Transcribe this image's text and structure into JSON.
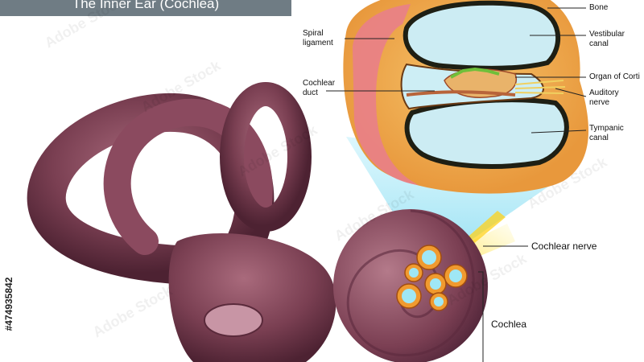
{
  "title": "The Inner Ear (Cochlea)",
  "labels": {
    "bone": "Bone",
    "vestibular_canal": [
      "Vestibular",
      "canal"
    ],
    "organ_of_corti": "Organ of Corti",
    "auditory_nerve": [
      "Auditory",
      "nerve"
    ],
    "tympanic_canal": [
      "Tympanic",
      "canal"
    ],
    "spiral_ligament": [
      "Spiral",
      "ligament"
    ],
    "cochlear_duct": [
      "Cochlear",
      "duct"
    ],
    "cochlear_nerve": "Cochlear nerve",
    "cochlea": "Cochlea"
  },
  "watermark": "Adobe Stock",
  "stock_id": "#474935842",
  "colors": {
    "title_bar": "#6f7c84",
    "labyrinth": "#7a3f52",
    "bone": "#eea64a",
    "fluid": "#cdeef5",
    "nerve": "#f6d000"
  }
}
